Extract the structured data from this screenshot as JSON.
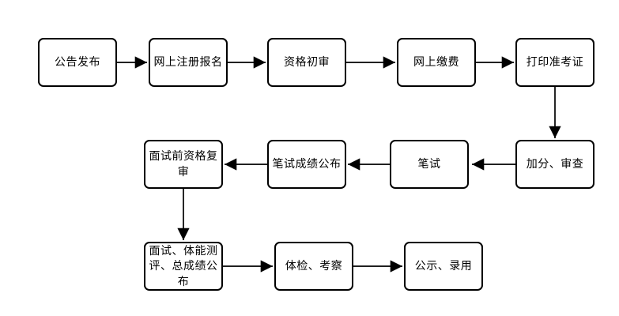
{
  "diagram": {
    "type": "flowchart",
    "title": "",
    "nodes": [
      {
        "id": "announcement-release",
        "label": "公告发布"
      },
      {
        "id": "online-registration",
        "label": "网上注册报名"
      },
      {
        "id": "qualification-initial-review",
        "label": "资格初审"
      },
      {
        "id": "online-payment",
        "label": "网上缴费"
      },
      {
        "id": "print-admission-ticket",
        "label": "打印准考证"
      },
      {
        "id": "bonus-points-review",
        "label": "加分、审查"
      },
      {
        "id": "written-exam",
        "label": "笔试"
      },
      {
        "id": "written-exam-results-announcement",
        "label": "笔试成绩公布"
      },
      {
        "id": "pre-interview-qualification-recheck",
        "label": "面试前资格复\n审"
      },
      {
        "id": "interview-fitness-total-results",
        "label": "面试、体能测\n评、总成绩公\n布"
      },
      {
        "id": "medical-exam-inspection",
        "label": "体检、考察"
      },
      {
        "id": "publicity-employment",
        "label": "公示、录用"
      }
    ],
    "edges": [
      {
        "from": "announcement-release",
        "to": "online-registration"
      },
      {
        "from": "online-registration",
        "to": "qualification-initial-review"
      },
      {
        "from": "qualification-initial-review",
        "to": "online-payment"
      },
      {
        "from": "online-payment",
        "to": "print-admission-ticket"
      },
      {
        "from": "print-admission-ticket",
        "to": "bonus-points-review"
      },
      {
        "from": "bonus-points-review",
        "to": "written-exam"
      },
      {
        "from": "written-exam",
        "to": "written-exam-results-announcement"
      },
      {
        "from": "written-exam-results-announcement",
        "to": "pre-interview-qualification-recheck"
      },
      {
        "from": "pre-interview-qualification-recheck",
        "to": "interview-fitness-total-results"
      },
      {
        "from": "interview-fitness-total-results",
        "to": "medical-exam-inspection"
      },
      {
        "from": "medical-exam-inspection",
        "to": "publicity-employment"
      }
    ],
    "colors": {
      "box_border": "#000000",
      "box_fill": "#ffffff",
      "text": "#000000",
      "arrow": "#000000",
      "background": "#ffffff"
    }
  }
}
